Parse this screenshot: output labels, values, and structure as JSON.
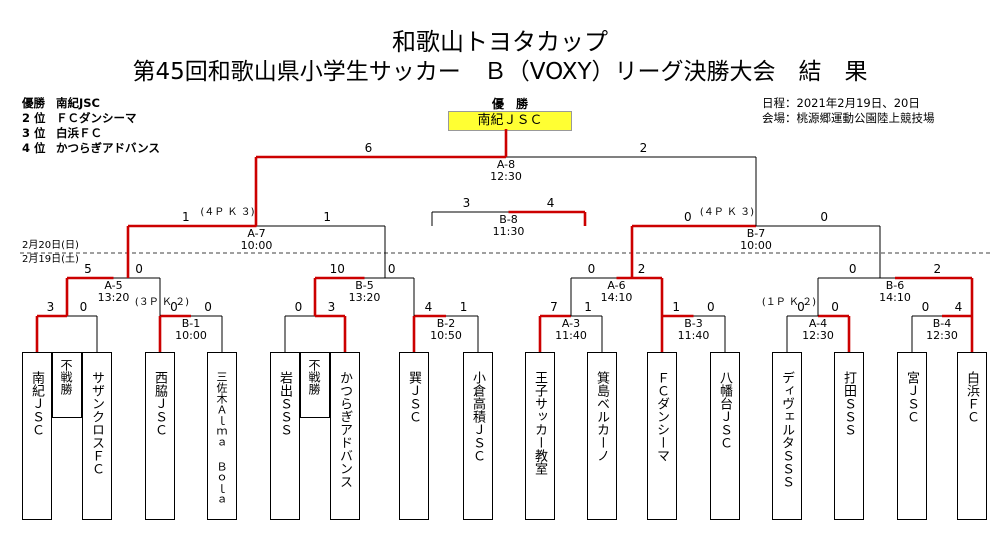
{
  "title": {
    "line1": "和歌山トヨタカップ",
    "line2": "第45回和歌山県小学生サッカー　Ｂ（VOXY）リーグ決勝大会　結　果"
  },
  "results": [
    {
      "pos": "優勝",
      "team": "南紀JSC"
    },
    {
      "pos": "2 位",
      "team": "ＦＣダンシーマ"
    },
    {
      "pos": "3 位",
      "team": "白浜ＦＣ"
    },
    {
      "pos": "4 位",
      "team": "かつらぎアドバンス"
    }
  ],
  "info": {
    "date": "日程：2021年2月19日、20日",
    "venue": "会場：桃源郷運動公園陸上競技場"
  },
  "champion": {
    "label": "優　勝",
    "team": "南紀ＪＳＣ"
  },
  "day_labels": {
    "day2": "2月20日(日)",
    "day1": "2月19日(土)"
  },
  "colors": {
    "winner_line": "#cc0000",
    "loser_line": "#000000",
    "champion_fill": "#ffff33"
  },
  "teams": [
    "南紀ＪＳＣ",
    "サザンクロスＦＣ",
    "西脇ＪＳＣ",
    "三佐木Ａｌｍａ Ｂｏｌａ",
    "岩出ＳＳＳ",
    "かつらぎアドバンス",
    "巽ＪＳＣ",
    "小倉高積ＪＳＣ",
    "王子サッカー教室",
    "箕島ベルカーノ",
    "ＦＣダンシーマ",
    "八幡台ＪＳＣ",
    "ディヴェルタＳＳＳ",
    "打田ＳＳＳ",
    "宮ＪＳＣ",
    "白浜ＦＣ"
  ],
  "fusen": "不戦勝",
  "matches": [
    {
      "id": "A-1",
      "label": "",
      "time": "",
      "score_left": "3",
      "score_right": "0",
      "pk": ""
    },
    {
      "id": "B-1",
      "label": "B-1",
      "time": "10:00",
      "score_left": "0",
      "score_right": "0",
      "pk": "(３Ｐ Ｋ ２)"
    },
    {
      "id": "A-2",
      "label": "",
      "time": "",
      "score_left": "0",
      "score_right": "3",
      "pk": ""
    },
    {
      "id": "B-2",
      "label": "B-2",
      "time": "10:50",
      "score_left": "4",
      "score_right": "1",
      "pk": ""
    },
    {
      "id": "A-3",
      "label": "A-3",
      "time": "11:40",
      "score_left": "7",
      "score_right": "1",
      "pk": ""
    },
    {
      "id": "B-3",
      "label": "B-3",
      "time": "11:40",
      "score_left": "1",
      "score_right": "0",
      "pk": ""
    },
    {
      "id": "A-4",
      "label": "A-4",
      "time": "12:30",
      "score_left": "0",
      "score_right": "0",
      "pk": "(１Ｐ Ｋ ２)"
    },
    {
      "id": "B-4",
      "label": "B-4",
      "time": "12:30",
      "score_left": "0",
      "score_right": "4",
      "pk": ""
    },
    {
      "id": "A-5",
      "label": "A-5",
      "time": "13:20",
      "score_left": "5",
      "score_right": "0",
      "pk": ""
    },
    {
      "id": "B-5",
      "label": "B-5",
      "time": "13:20",
      "score_left": "10",
      "score_right": "0",
      "pk": ""
    },
    {
      "id": "A-6",
      "label": "A-6",
      "time": "14:10",
      "score_left": "0",
      "score_right": "2",
      "pk": ""
    },
    {
      "id": "B-6",
      "label": "B-6",
      "time": "14:10",
      "score_left": "0",
      "score_right": "2",
      "pk": ""
    },
    {
      "id": "A-7",
      "label": "A-7",
      "time": "10:00",
      "score_left": "1",
      "score_right": "1",
      "pk": "(４Ｐ Ｋ ３)"
    },
    {
      "id": "B-7",
      "label": "B-7",
      "time": "10:00",
      "score_left": "0",
      "score_right": "0",
      "pk": "(４Ｐ Ｋ ３)"
    },
    {
      "id": "B-8",
      "label": "B-8",
      "time": "11:30",
      "score_left": "3",
      "score_right": "4",
      "pk": ""
    },
    {
      "id": "A-8",
      "label": "A-8",
      "time": "12:30",
      "score_left": "6",
      "score_right": "2",
      "pk": ""
    }
  ]
}
